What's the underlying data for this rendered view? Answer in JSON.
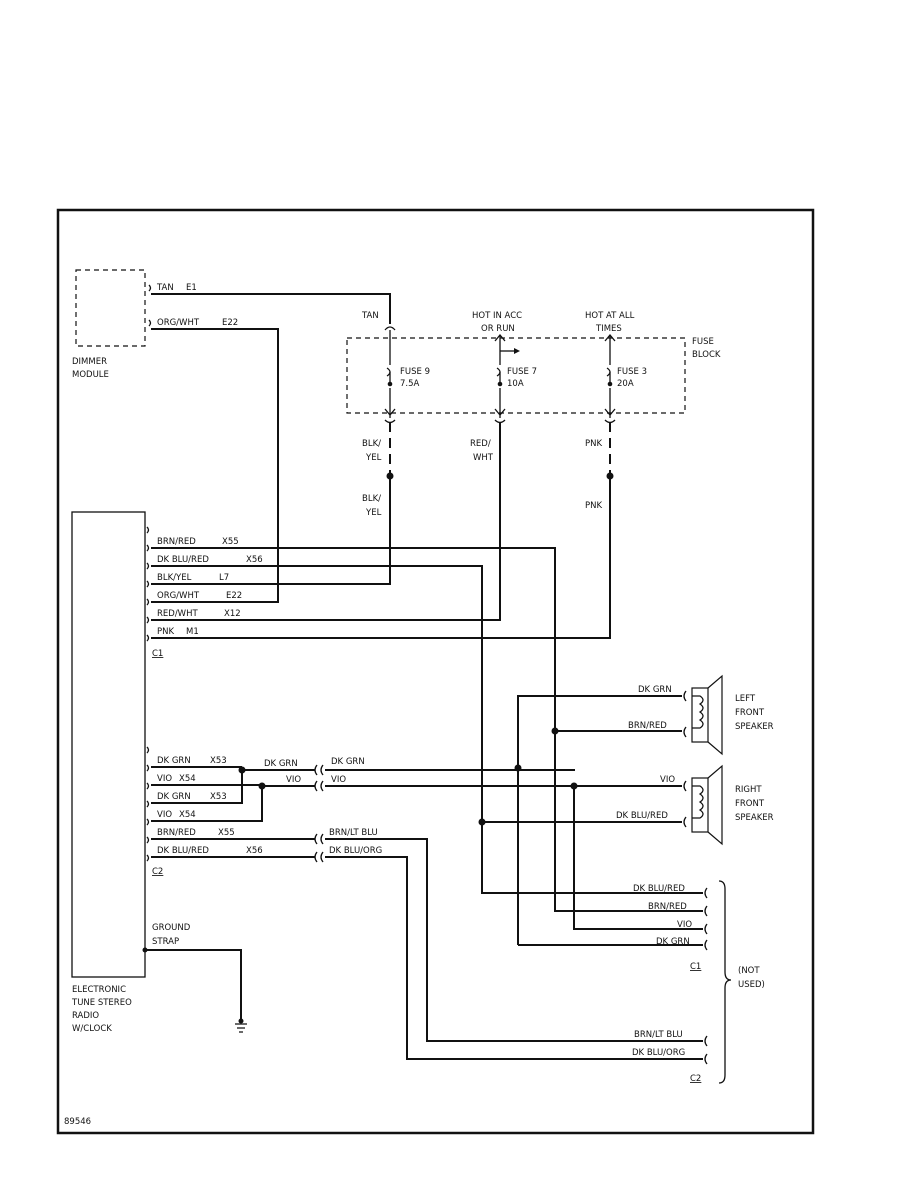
{
  "components": {
    "dimmer": [
      "DIMMER",
      "MODULE"
    ],
    "radio": [
      "ELECTRONIC",
      "TUNE STEREO",
      "RADIO",
      "W/CLOCK"
    ],
    "ground_strap": [
      "GROUND",
      "STRAP"
    ],
    "fuse_block": [
      "FUSE",
      "BLOCK"
    ],
    "left_speaker": [
      "LEFT",
      "FRONT",
      "SPEAKER"
    ],
    "right_speaker": [
      "RIGHT",
      "FRONT",
      "SPEAKER"
    ],
    "not_used": [
      "(NOT",
      "USED)"
    ]
  },
  "power": {
    "tan": "TAN",
    "hot_acc": [
      "HOT IN ACC",
      "OR RUN"
    ],
    "hot_all": [
      "HOT AT ALL",
      "TIMES"
    ]
  },
  "fuses": [
    {
      "name": "FUSE 9",
      "rating": "7.5A"
    },
    {
      "name": "FUSE 7",
      "rating": "10A"
    },
    {
      "name": "FUSE 3",
      "rating": "20A"
    }
  ],
  "fuse_outputs": {
    "blk_yel": [
      "BLK/",
      "YEL"
    ],
    "red_wht": [
      "RED/",
      "WHT"
    ],
    "pnk": "PNK"
  },
  "dimmer_wires": [
    {
      "color": "TAN",
      "circuit": "E1"
    },
    {
      "color": "ORG/WHT",
      "circuit": "E22"
    }
  ],
  "c1_wires": [
    {
      "color": "BRN/RED",
      "circuit": "X55"
    },
    {
      "color": "DK BLU/RED",
      "circuit": "X56"
    },
    {
      "color": "BLK/YEL",
      "circuit": "L7"
    },
    {
      "color": "ORG/WHT",
      "circuit": "E22"
    },
    {
      "color": "RED/WHT",
      "circuit": "X12"
    },
    {
      "color": "PNK",
      "circuit": "M1"
    }
  ],
  "c1_label": "C1",
  "c2_wires": [
    {
      "color": "DK GRN",
      "circuit": "X53"
    },
    {
      "color": "VIO",
      "circuit": "X54"
    },
    {
      "color": "DK GRN",
      "circuit": "X53"
    },
    {
      "color": "VIO",
      "circuit": "X54"
    },
    {
      "color": "BRN/RED",
      "circuit": "X55"
    },
    {
      "color": "DK BLU/RED",
      "circuit": "X56"
    }
  ],
  "c2_label": "C2",
  "splice_labels": {
    "dk_grn": "DK GRN",
    "vio": "VIO",
    "dk_grn_out": "DK GRN",
    "vio_out": "VIO",
    "brn_lt_blu": "BRN/LT BLU",
    "dk_blu_org": "DK BLU/ORG"
  },
  "speaker_wires": {
    "left": [
      "DK GRN",
      "BRN/RED"
    ],
    "right": [
      "VIO",
      "DK BLU/RED"
    ]
  },
  "unused_c1": [
    "DK BLU/RED",
    "BRN/RED",
    "VIO",
    "DK GRN"
  ],
  "unused_c1_label": "C1",
  "unused_c2": [
    "BRN/LT BLU",
    "DK BLU/ORG"
  ],
  "unused_c2_label": "C2",
  "figure_id": "89546"
}
